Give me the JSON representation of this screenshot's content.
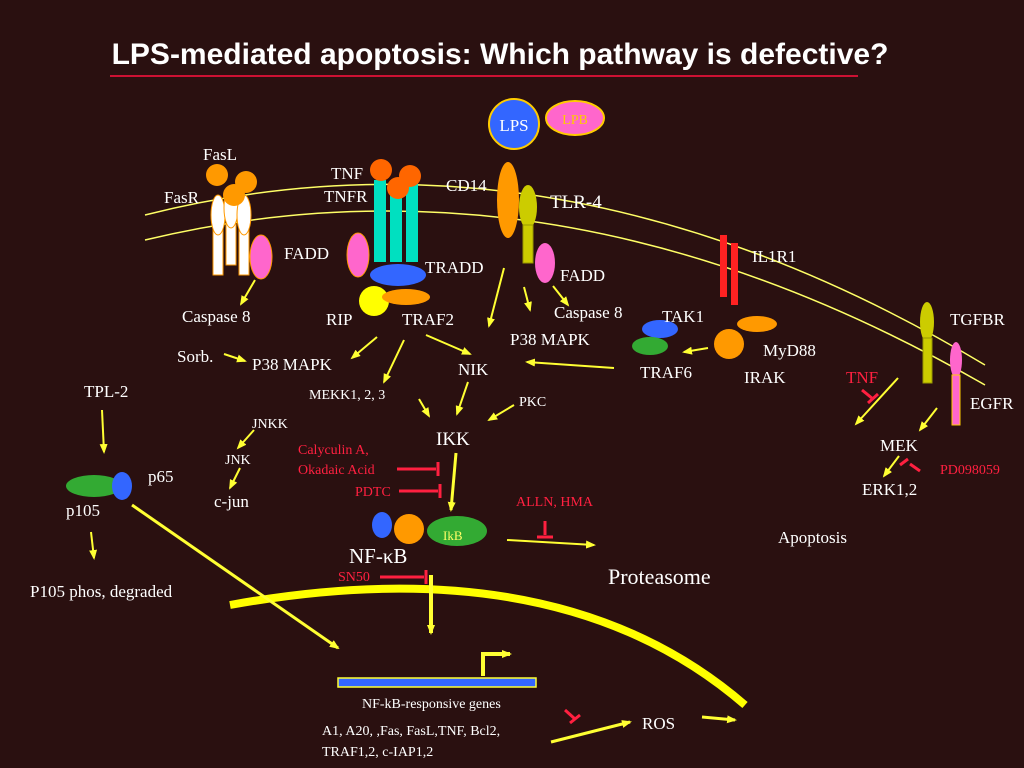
{
  "title": "LPS-mediated apoptosis: Which pathway is defective?",
  "colors": {
    "background": "#2a1010",
    "arrow": "#ffff33",
    "inhibitor": "#ff2040",
    "membrane": "#ffff66",
    "title_underline": "#cc1133"
  },
  "labels": {
    "lps": "LPS",
    "lpb": "LPB",
    "fasl": "FasL",
    "fasr": "FasR",
    "tnf": "TNF",
    "tnfr": "TNFR",
    "cd14": "CD14",
    "tlr4": "TLR-4",
    "fadd_left": "FADD",
    "tradd": "TRADD",
    "fadd_right": "FADD",
    "il1r1": "IL1R1",
    "tgfbr": "TGFBR",
    "caspase8_left": "Caspase 8",
    "rip": "RIP",
    "traf2": "TRAF2",
    "caspase8_right": "Caspase 8",
    "tak1": "TAK1",
    "p38mapk_right": "P38 MAPK",
    "myd88": "MyD88",
    "irak": "IRAK",
    "traf6": "TRAF6",
    "sorb": "Sorb.",
    "p38mapk_left": "P38 MAPK",
    "nik": "NIK",
    "tnf_inhibitor": "TNF",
    "egfr": "EGFR",
    "tpl2": "TPL-2",
    "mekk": "MEKK1, 2, 3",
    "pkc": "PKC",
    "jnkk": "JNKK",
    "ikk": "IKK",
    "mek": "MEK",
    "calyculin": "Calyculin A,",
    "okadaic": "Okadaic Acid",
    "jnk": "JNK",
    "pd098059": "PD098059",
    "p65": "p65",
    "erk": "ERK1,2",
    "pdtc": "PDTC",
    "cjun": "c-jun",
    "p105": "p105",
    "alln": "ALLN, HMA",
    "ikb": "IkB",
    "apoptosis": "Apoptosis",
    "nfkb": "NF-κB",
    "sn50": "SN50",
    "proteasome": "Proteasome",
    "p105_degraded": "P105 phos, degraded",
    "nfkb_genes": "NF-kB-responsive genes",
    "ros": "ROS",
    "genes_line1": "A1, A20, ,Fas, FasL,TNF, Bcl2,",
    "genes_line2": "TRAF1,2, c-IAP1,2"
  }
}
